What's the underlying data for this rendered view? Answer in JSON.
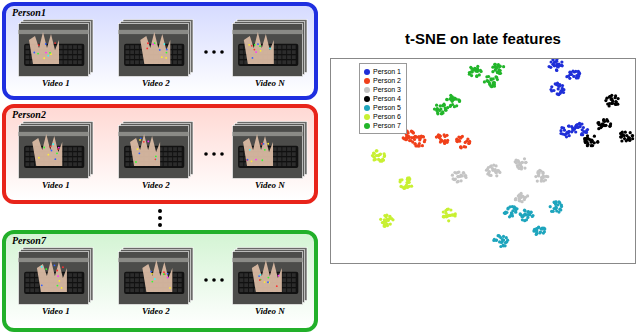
{
  "diagram": {
    "title": "t-SNE on late features",
    "nodes": [
      {
        "text": [
          "Person1"
        ]
      },
      {
        "text": [
          "Video 1"
        ],
        "in": 0
      },
      {
        "text": [
          "Video 2"
        ],
        "in": 0
      },
      {
        "text": [
          "Video N"
        ],
        "in": 0
      },
      {
        "text": [
          "Person2"
        ]
      },
      {
        "text": [
          "Video 1"
        ],
        "in": 4
      },
      {
        "text": [
          "Video 2"
        ],
        "in": 4
      },
      {
        "text": [
          "Video N"
        ],
        "in": 4
      },
      {
        "text": [
          "Person7"
        ]
      },
      {
        "text": [
          "Video 1"
        ],
        "in": 8
      },
      {
        "text": [
          "Video 2"
        ],
        "in": 8
      },
      {
        "text": [
          "Video N"
        ],
        "in": 8
      }
    ],
    "legend": [
      {
        "text": "Person 1",
        "color": "#1f2fd8"
      },
      {
        "text": "Person 2",
        "color": "#f0401a"
      },
      {
        "text": "Person 3",
        "color": "#c4c4c4"
      },
      {
        "text": "Person 4",
        "color": "#000000"
      },
      {
        "text": "Person 5",
        "color": "#1ea5bd"
      },
      {
        "text": "Person 6",
        "color": "#c8f032"
      },
      {
        "text": "Person 7",
        "color": "#22b52a"
      }
    ]
  }
}
